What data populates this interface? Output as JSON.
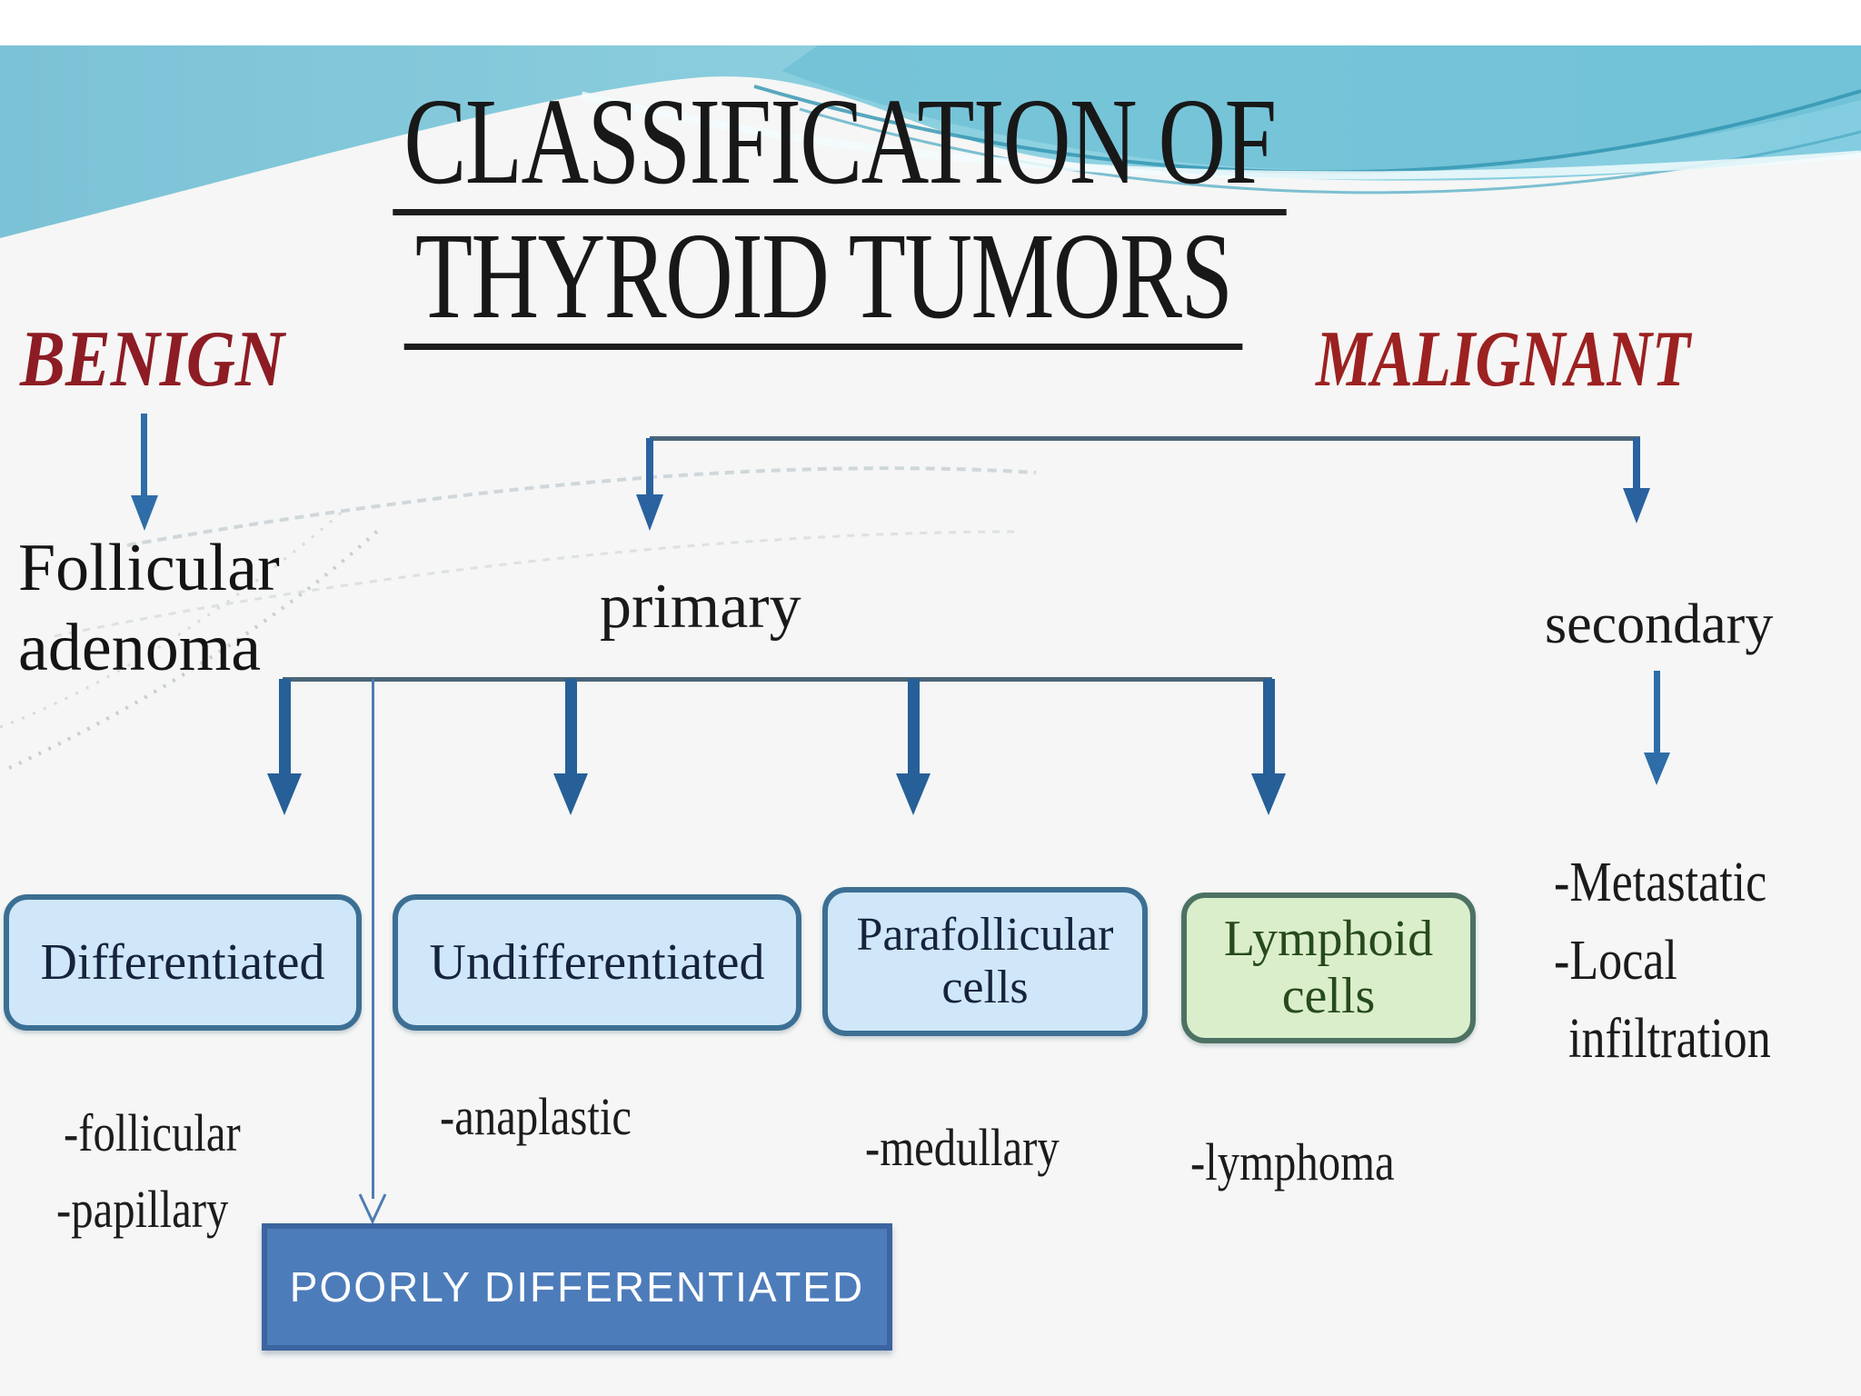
{
  "title": {
    "line1": "CLASSIFICATION OF",
    "line2": "THYROID TUMORS"
  },
  "benign": {
    "label": "BENIGN",
    "node": {
      "line1": "Follicular",
      "line2": "adenoma"
    }
  },
  "malignant": {
    "label": "MALIGNANT",
    "primary_label": "primary",
    "secondary_label": "secondary"
  },
  "primary_boxes": [
    {
      "lines": [
        "Differentiated"
      ],
      "subs": [
        "-follicular",
        "-papillary"
      ],
      "style": "blue"
    },
    {
      "lines": [
        "Undifferentiated"
      ],
      "subs": [
        "-anaplastic"
      ],
      "style": "blue"
    },
    {
      "lines": [
        "Parafollicular",
        "cells"
      ],
      "subs": [
        "-medullary"
      ],
      "style": "blue"
    },
    {
      "lines": [
        "Lymphoid",
        "cells"
      ],
      "subs": [
        "-lymphoma"
      ],
      "style": "green"
    }
  ],
  "secondary_outcomes": [
    "-Metastatic",
    "-Local",
    "infiltration"
  ],
  "poorly": {
    "label": "POORLY DIFFERENTIATED"
  },
  "colors": {
    "category_red": "#8d1c24",
    "arrow_blue": "#27639c",
    "bracket_line": "#4b6578",
    "box_blue_fill": "#cfe7f8",
    "box_blue_border": "#3c6f93",
    "box_green_fill": "#dbeecb",
    "box_green_border": "#4d7263",
    "poorly_fill": "#4d7cba",
    "wave_teal": "#7ec5d8"
  }
}
